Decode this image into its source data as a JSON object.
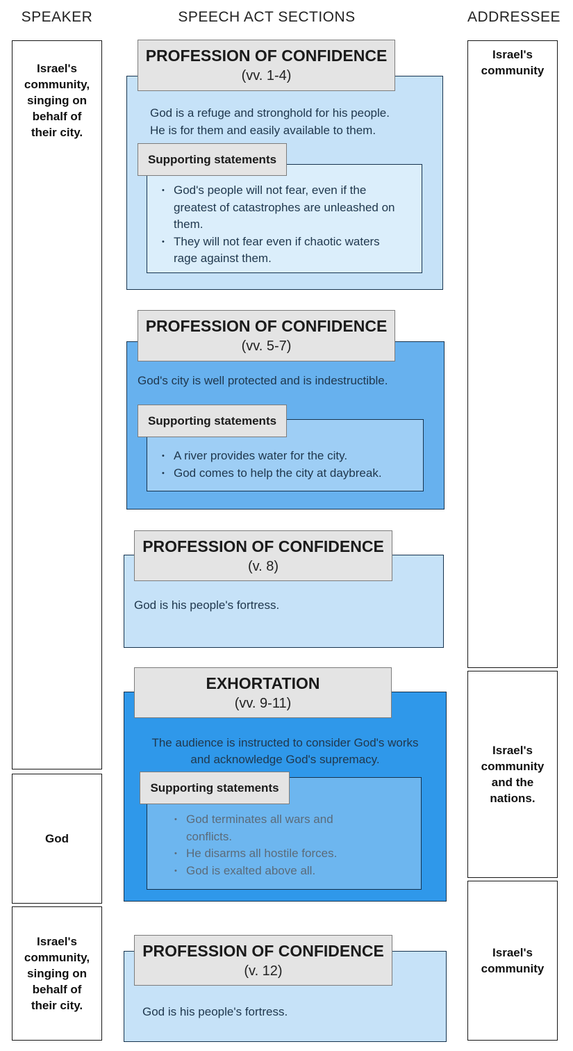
{
  "column_headers": {
    "speaker": "SPEAKER",
    "speech_act_sections": "SPEECH ACT SECTIONS",
    "addressee": "ADDRESSEE"
  },
  "speaker_column": {
    "boxes": [
      {
        "label": "Israel's community, singing on behalf of their city."
      },
      {
        "label": "God"
      },
      {
        "label": "Israel's community, singing on behalf of their city."
      }
    ]
  },
  "addressee_column": {
    "boxes": [
      {
        "label": "Israel's community"
      },
      {
        "label": "Israel's community and the nations."
      },
      {
        "label": "Israel's community"
      }
    ]
  },
  "sections": [
    {
      "title": "PROFESSION OF CONFIDENCE",
      "verses": "(vv. 1-4)",
      "body_lines": [
        "God is a refuge and stronghold for his people.",
        "He is for them and easily available to them."
      ],
      "supporting_label": "Supporting statements",
      "bullets": [
        [
          "God's people will not fear, even if  the",
          "greatest of catastrophes are unleashed on",
          "them."
        ],
        [
          "They will not fear even if chaotic waters",
          "rage against them."
        ]
      ]
    },
    {
      "title": "PROFESSION OF CONFIDENCE",
      "verses": "(vv. 5-7)",
      "body_lines": [
        "God's city is well protected and is indestructible."
      ],
      "supporting_label": "Supporting statements",
      "bullets": [
        [
          "A river provides water for the city."
        ],
        [
          "God comes to help the city at daybreak."
        ]
      ]
    },
    {
      "title": "PROFESSION OF CONFIDENCE",
      "verses": "(v. 8)",
      "body_lines": [
        "God is his people's fortress."
      ]
    },
    {
      "title": "EXHORTATION",
      "verses": "(vv. 9-11)",
      "body_lines": [
        "The audience is instructed to consider God's works",
        "and acknowledge God's supremacy."
      ],
      "supporting_label": "Supporting statements",
      "bullets": [
        [
          "God terminates all wars and",
          "conflicts."
        ],
        [
          "He disarms all hostile forces."
        ],
        [
          "God is exalted above all."
        ]
      ]
    },
    {
      "title": "PROFESSION OF CONFIDENCE",
      "verses": "(v. 12)",
      "body_lines": [
        "God is his people's fortress."
      ]
    }
  ],
  "colors": {
    "section_light": "#c6e2f8",
    "section_light_inner": "#dbeefb",
    "section_medium": "#67b1ee",
    "section_medium_inner": "#9ecef5",
    "section_dark": "#2f98ea",
    "section_dark_inner": "#6db6ef",
    "header_fill": "#e4e4e4",
    "header_border": "#7c7c7c",
    "box_border": "#16334e",
    "body_text": "#20384e",
    "muted_bullet_text": "#5b6b7a"
  }
}
